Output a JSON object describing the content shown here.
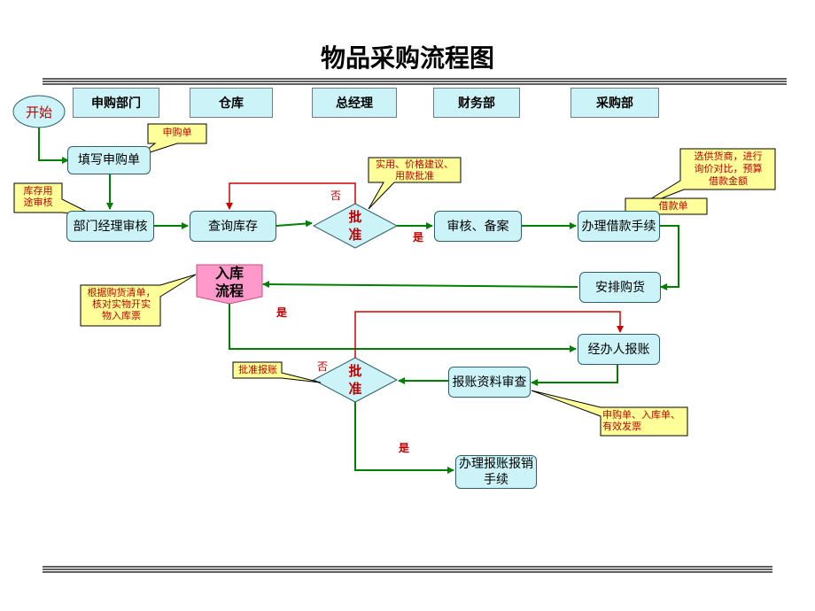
{
  "title": "物品采购流程图",
  "lanes": [
    "申购部门",
    "仓库",
    "总经理",
    "财务部",
    "采购部"
  ],
  "start_label": "开始",
  "steps": {
    "fill_form": "填写申购单",
    "dept_review": "部门经理审核",
    "check_stock": "查询库存",
    "audit_record": "审核、备案",
    "loan_procedure": "办理借款手续",
    "arrange_purchase": "安排购货",
    "warehousing_line1": "入库",
    "warehousing_line2": "流程",
    "agent_reimburse": "经办人报账",
    "reimburse_review": "报账资料审查",
    "reimburse_procedure_line1": "办理报账报销",
    "reimburse_procedure_line2": "手续"
  },
  "decisions": {
    "approve1_line1": "批",
    "approve1_line2": "准",
    "approve2_line1": "批",
    "approve2_line2": "准"
  },
  "callouts": {
    "purchase_form": "申购单",
    "stock_usage_line1": "库存用",
    "stock_usage_line2": "途审核",
    "practical_line1": "实用、价格建议、",
    "practical_line2": "用款批准",
    "supplier_line1": "选供货商，进行",
    "supplier_line2": "询价对比，预算",
    "supplier_line3": "借款金额",
    "loan_form": "借款单",
    "warehouse_note_line1": "根据购货清单，",
    "warehouse_note_line2": "核对实物开实",
    "warehouse_note_line3": "物入库票",
    "approve_reimburse": "批准报账",
    "docs_line1": "申购单、入库单、",
    "docs_line2": "有效发票"
  },
  "edge_labels": {
    "no1": "否",
    "yes1": "是",
    "yes2": "是",
    "no2": "否",
    "yes3": "是"
  },
  "colors": {
    "box_fill": "#ccf4f8",
    "callout_fill": "#ffff99",
    "flow_arrow": "#008000",
    "reject_arrow": "#d00000",
    "pink": "#ff99cc",
    "label_red": "#c00000"
  }
}
